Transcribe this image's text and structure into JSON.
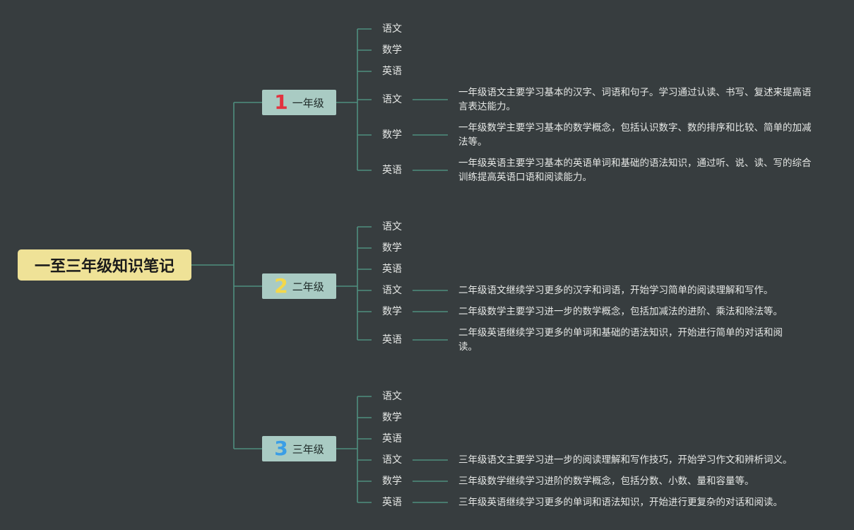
{
  "root": {
    "title": "一至三年级知识笔记"
  },
  "grades": [
    {
      "number": "1",
      "label": "一年级",
      "subjects": [
        "语文",
        "数学",
        "英语"
      ],
      "notes": [
        {
          "subject": "语文",
          "text": "一年级语文主要学习基本的汉字、词语和句子。学习通过认读、书写、复述来提高语言表达能力。"
        },
        {
          "subject": "数学",
          "text": "一年级数学主要学习基本的数学概念，包括认识数字、数的排序和比较、简单的加减法等。"
        },
        {
          "subject": "英语",
          "text": "一年级英语主要学习基本的英语单词和基础的语法知识，通过听、说、读、写的综合训练提高英语口语和阅读能力。"
        }
      ]
    },
    {
      "number": "2",
      "label": "二年级",
      "subjects": [
        "语文",
        "数学",
        "英语"
      ],
      "notes": [
        {
          "subject": "语文",
          "text": "二年级语文继续学习更多的汉字和词语，开始学习简单的阅读理解和写作。"
        },
        {
          "subject": "数学",
          "text": "二年级数学主要学习进一步的数学概念，包括加减法的进阶、乘法和除法等。"
        },
        {
          "subject": "英语",
          "text": "二年级英语继续学习更多的单词和基础的语法知识，开始进行简单的对话和阅读。"
        }
      ]
    },
    {
      "number": "3",
      "label": "三年级",
      "subjects": [
        "语文",
        "数学",
        "英语"
      ],
      "notes": [
        {
          "subject": "语文",
          "text": "三年级语文主要学习进一步的阅读理解和写作技巧，开始学习作文和辨析词义。"
        },
        {
          "subject": "数学",
          "text": "三年级数学继续学习进阶的数学概念，包括分数、小数、量和容量等。"
        },
        {
          "subject": "英语",
          "text": "三年级英语继续学习更多的单词和语法知识，开始进行更复杂的对话和阅读。"
        }
      ]
    }
  ],
  "colors": {
    "background": "#373d3f",
    "connector": "#4f8f7f",
    "root_fill": "#efe297",
    "grade_fill": "#a9cbc3",
    "number_1": "#e2323f",
    "number_2": "#f4d84a",
    "number_3": "#3b9ee6"
  }
}
